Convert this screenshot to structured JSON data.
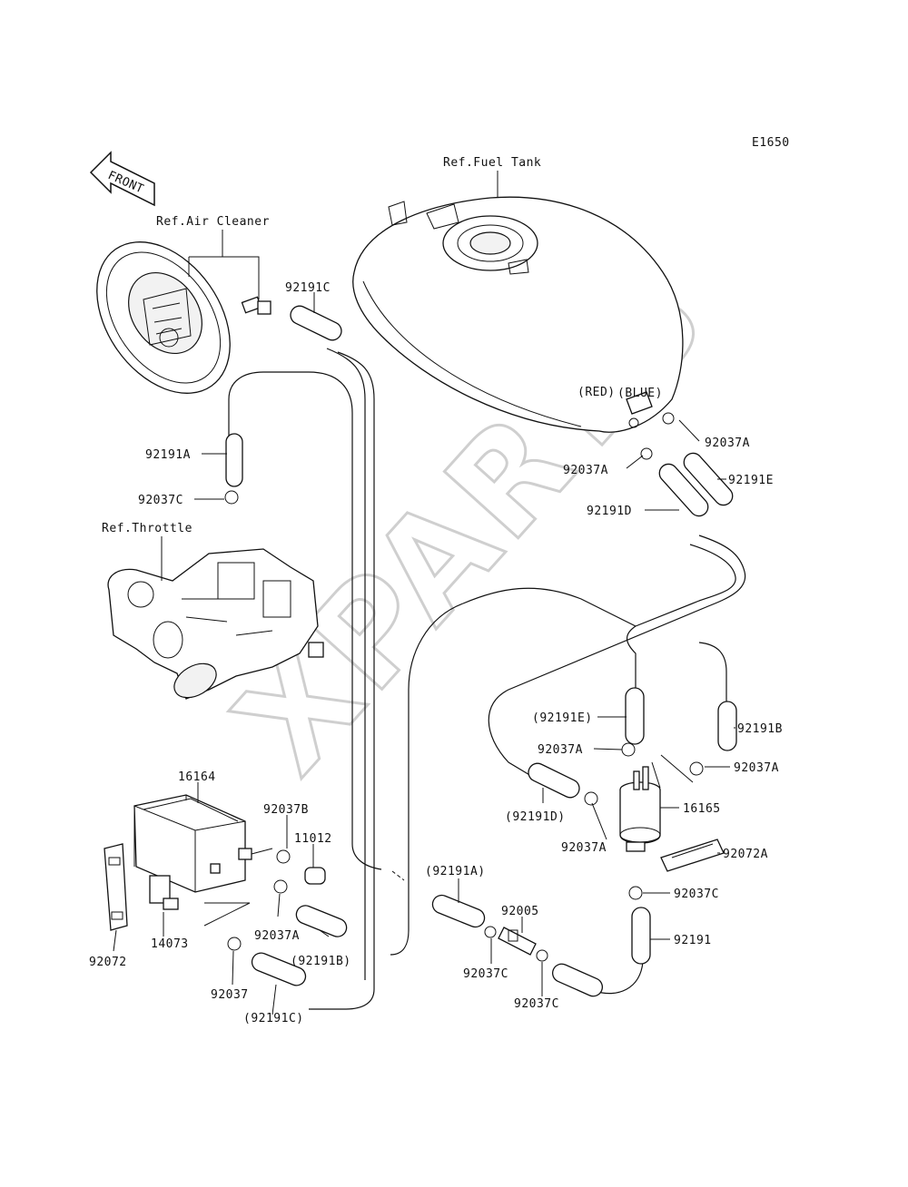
{
  "diagram_code": "E1650",
  "front_label": "FRONT",
  "watermark": "XPARTS",
  "references": {
    "air_cleaner": "Ref.Air Cleaner",
    "fuel_tank": "Ref.Fuel Tank",
    "throttle": "Ref.Throttle"
  },
  "color_marks": {
    "blue": "(BLUE)",
    "red": "(RED)"
  },
  "labels": {
    "p92191C_top": "92191C",
    "p92191A": "92191A",
    "p92037C_left": "92037C",
    "p92037A_tank_right": "92037A",
    "p92037A_tank_left": "92037A",
    "p92191E": "92191E",
    "p92191D": "92191D",
    "p92191E_paren": "(92191E)",
    "p92191B": "92191B",
    "p92037A_pump_top": "92037A",
    "p92037A_pump_right": "92037A",
    "p92191D_paren": "(92191D)",
    "p16165": "16165",
    "p92037A_pump_bottom": "92037A",
    "p92072A": "92072A",
    "p92037C_right": "92037C",
    "p92191": "92191",
    "p16164": "16164",
    "p92037B": "92037B",
    "p11012": "11012",
    "p92037A_canister": "92037A",
    "p14073": "14073",
    "p92072": "92072",
    "p92037": "92037",
    "p92191B_paren": "(92191B)",
    "p92191C_paren": "(92191C)",
    "p92191A_paren": "(92191A)",
    "p92005": "92005",
    "p92037C_mid1": "92037C",
    "p92037C_mid2": "92037C"
  }
}
